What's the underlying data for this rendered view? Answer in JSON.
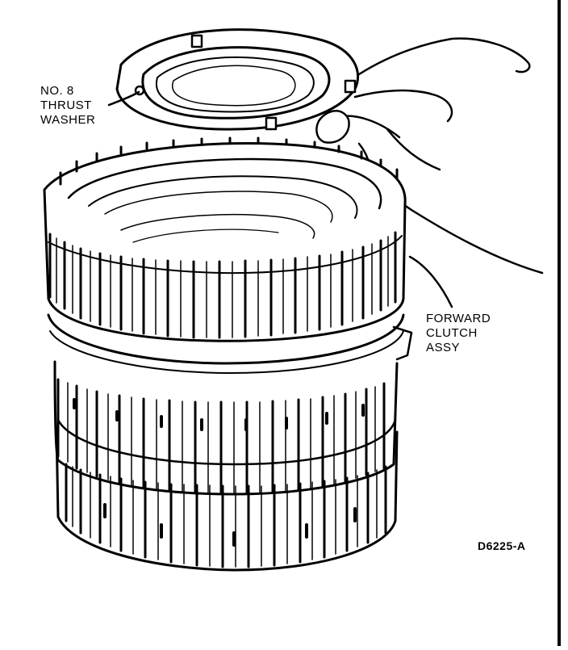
{
  "labels": {
    "thrust_washer": [
      "NO. 8",
      "THRUST",
      "WASHER"
    ],
    "forward_clutch": [
      "FORWARD",
      "CLUTCH",
      "ASSY"
    ]
  },
  "figure_id": "D6225-A",
  "colors": {
    "ink": "#000000",
    "paper": "#ffffff"
  }
}
